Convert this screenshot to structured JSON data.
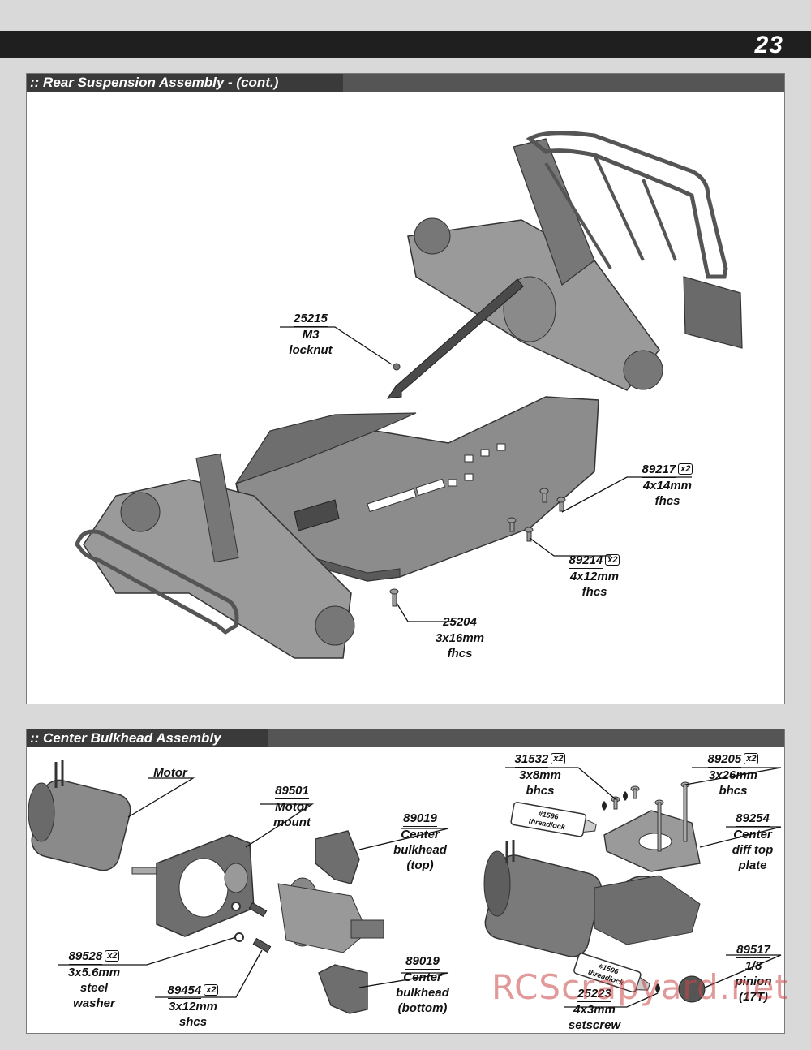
{
  "page": {
    "number": "23"
  },
  "rear_section": {
    "title": ":: Rear Suspension Assembly - (cont.)",
    "callouts": [
      {
        "part": "25215",
        "qty": "",
        "lines": [
          "M3",
          "locknut"
        ]
      },
      {
        "part": "89217",
        "qty": "x2",
        "lines": [
          "4x14mm",
          "fhcs"
        ]
      },
      {
        "part": "89214",
        "qty": "x2",
        "lines": [
          "4x12mm",
          "fhcs"
        ]
      },
      {
        "part": "25204",
        "qty": "",
        "lines": [
          "3x16mm",
          "fhcs"
        ]
      }
    ]
  },
  "center_section": {
    "title": ":: Center Bulkhead Assembly",
    "callouts": [
      {
        "part": "Motor",
        "qty": "",
        "lines": []
      },
      {
        "part": "89501",
        "qty": "",
        "lines": [
          "Motor",
          "mount"
        ]
      },
      {
        "part": "89019",
        "qty": "",
        "lines": [
          "Center",
          "bulkhead",
          "(top)"
        ]
      },
      {
        "part": "89019",
        "qty": "",
        "lines": [
          "Center",
          "bulkhead",
          "(bottom)"
        ]
      },
      {
        "part": "89528",
        "qty": "x2",
        "lines": [
          "3x5.6mm",
          "steel",
          "washer"
        ]
      },
      {
        "part": "89454",
        "qty": "x2",
        "lines": [
          "3x12mm",
          "shcs"
        ]
      },
      {
        "part": "31532",
        "qty": "x2",
        "lines": [
          "3x8mm",
          "bhcs"
        ]
      },
      {
        "part": "89205",
        "qty": "x2",
        "lines": [
          "3x26mm",
          "bhcs"
        ]
      },
      {
        "part": "89254",
        "qty": "",
        "lines": [
          "Center",
          "diff top",
          "plate"
        ]
      },
      {
        "part": "89517",
        "qty": "",
        "lines": [
          "1/8",
          "pinion",
          "(17T)"
        ]
      },
      {
        "part": "25223",
        "qty": "",
        "lines": [
          "4x3mm",
          "setscrew"
        ]
      }
    ],
    "threadlock_labels": [
      "#1596",
      "threadlock"
    ]
  },
  "watermark": "RCScrapyard.net",
  "colors": {
    "header_bar": "#1f1f1f",
    "section_head": "#555555",
    "part_gray": "#8a8a8a",
    "dark_part": "#4a4a4a"
  }
}
